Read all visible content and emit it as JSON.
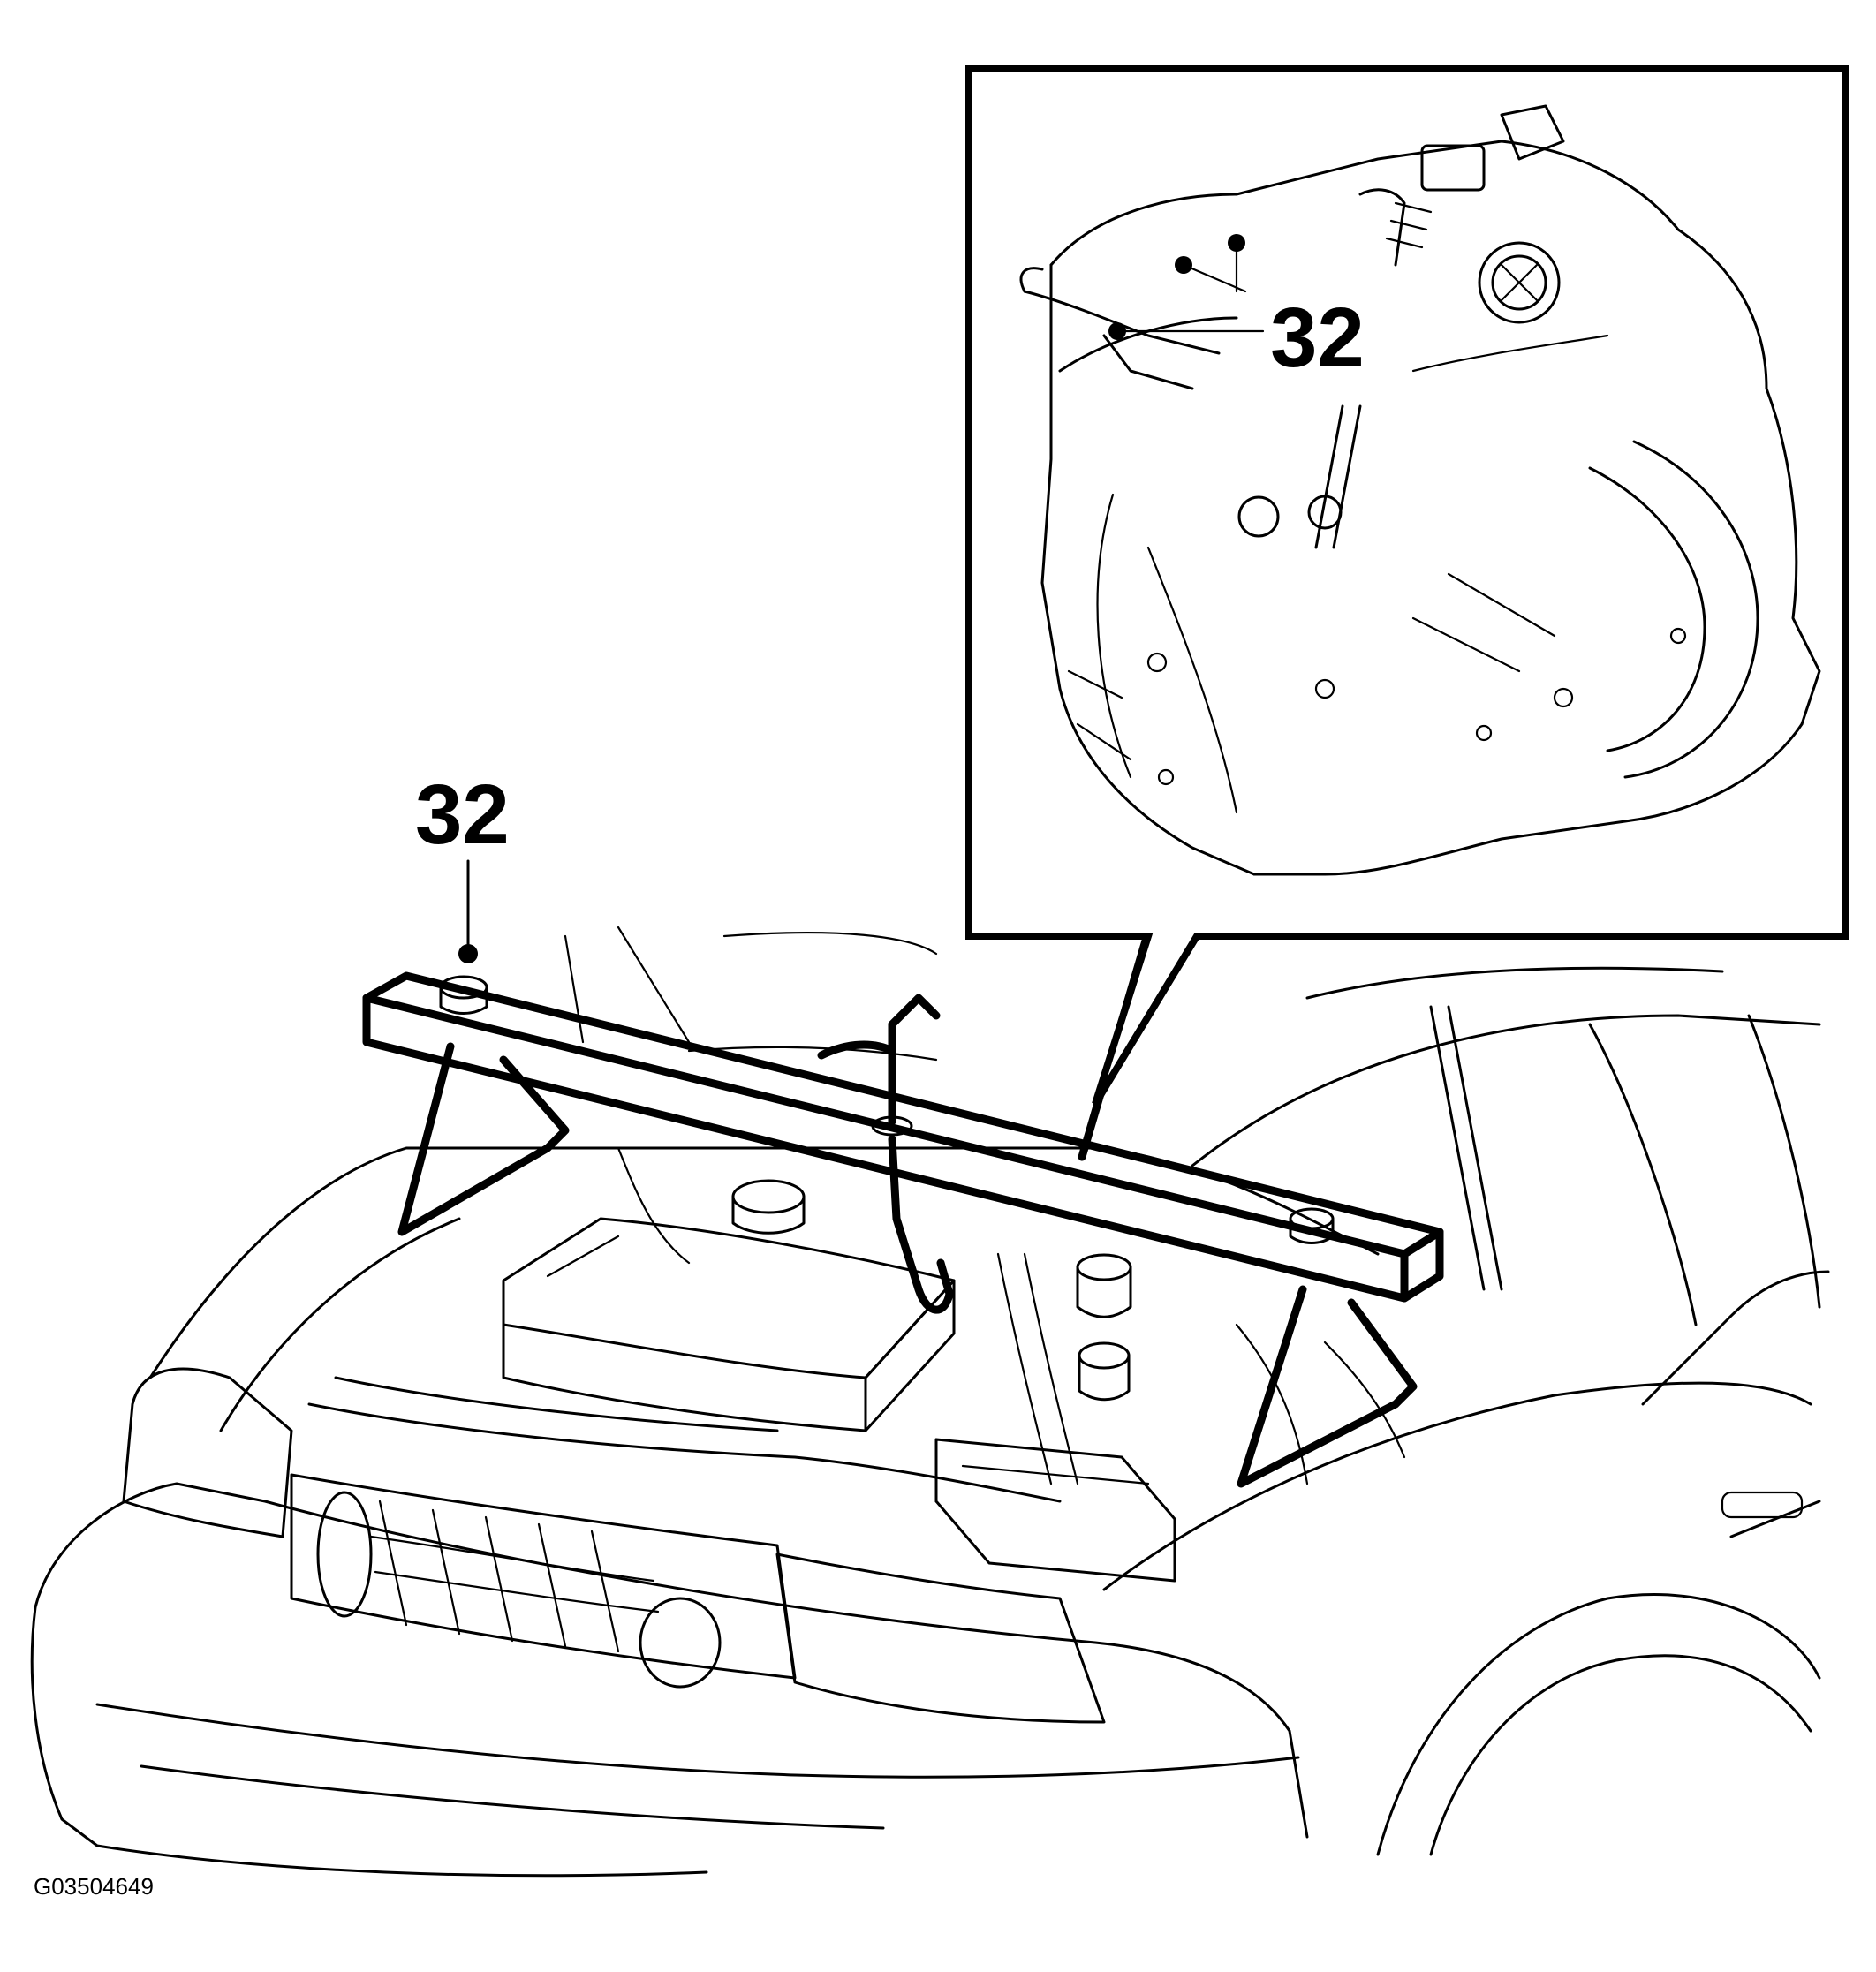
{
  "figure": {
    "reference_code": "G03504649",
    "callouts": [
      {
        "id": "main",
        "label": "32"
      },
      {
        "id": "inset",
        "label": "32"
      }
    ]
  }
}
